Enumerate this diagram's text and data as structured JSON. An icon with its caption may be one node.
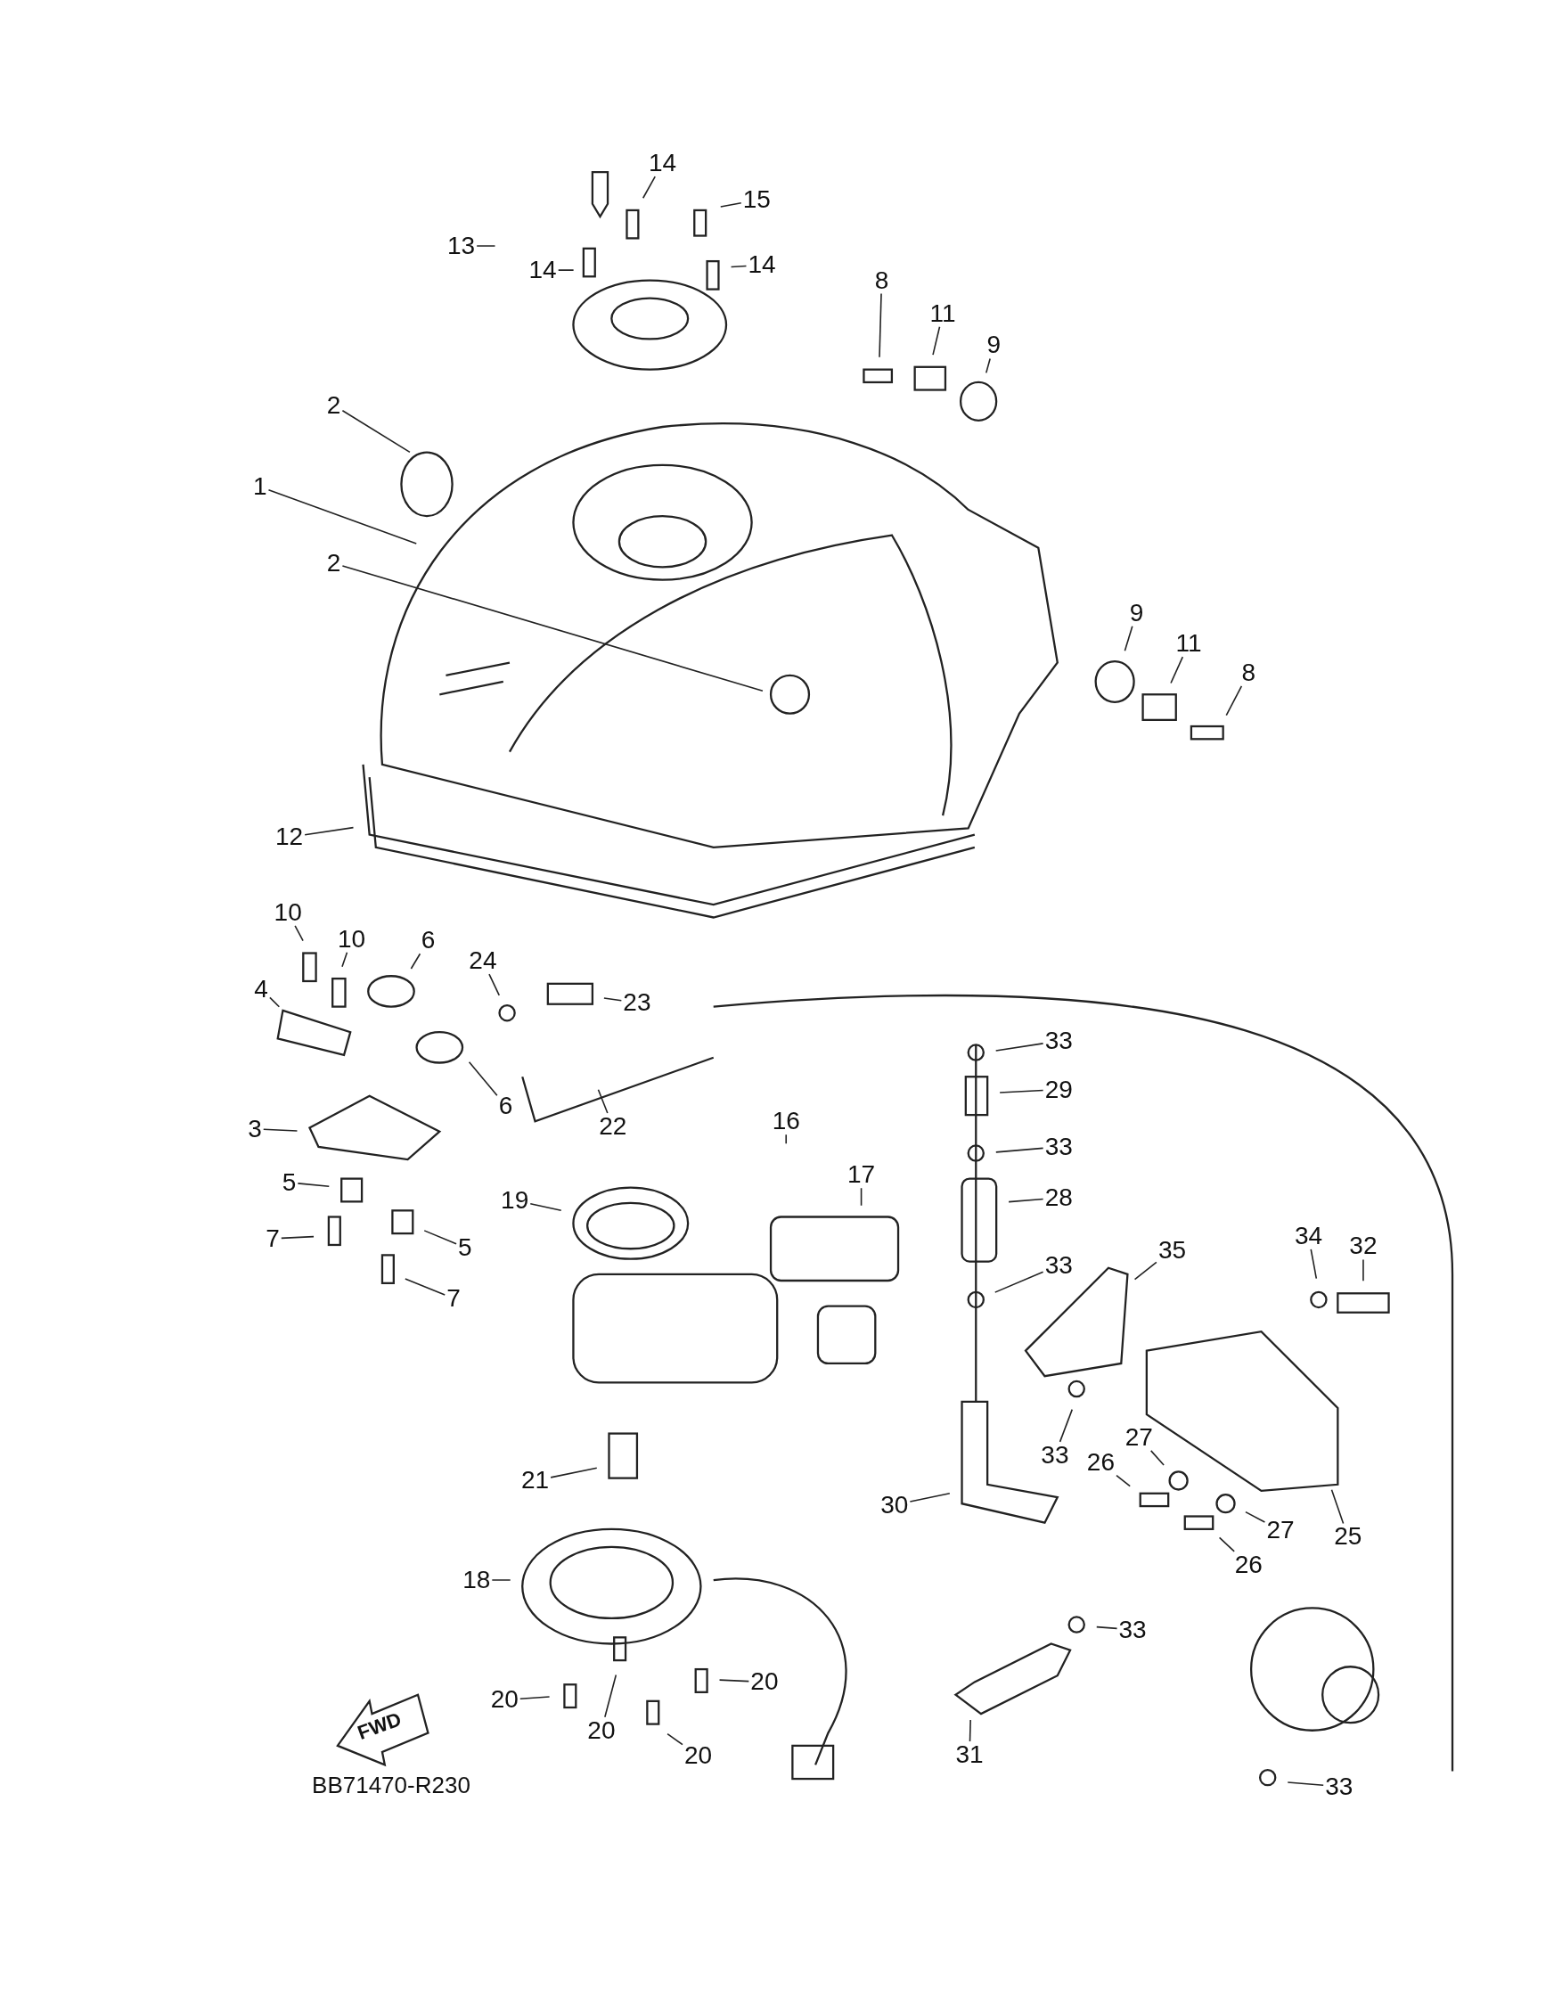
{
  "diagram": {
    "nodes": [
      {
        "text": [
          "14"
        ]
      },
      {
        "text": [
          "15"
        ]
      },
      {
        "text": [
          "13"
        ]
      },
      {
        "text": [
          "14"
        ]
      },
      {
        "text": [
          "14"
        ]
      },
      {
        "text": [
          "8"
        ]
      },
      {
        "text": [
          "11"
        ]
      },
      {
        "text": [
          "9"
        ]
      },
      {
        "text": [
          "2"
        ]
      },
      {
        "text": [
          "1"
        ]
      },
      {
        "text": [
          "2"
        ]
      },
      {
        "text": [
          "9"
        ]
      },
      {
        "text": [
          "11"
        ]
      },
      {
        "text": [
          "8"
        ]
      },
      {
        "text": [
          "12"
        ]
      },
      {
        "text": [
          "10"
        ]
      },
      {
        "text": [
          "10"
        ]
      },
      {
        "text": [
          "6"
        ]
      },
      {
        "text": [
          "24"
        ]
      },
      {
        "text": [
          "4"
        ]
      },
      {
        "text": [
          "23"
        ]
      },
      {
        "text": [
          "33"
        ]
      },
      {
        "text": [
          "6"
        ]
      },
      {
        "text": [
          "29"
        ]
      },
      {
        "text": [
          "22"
        ]
      },
      {
        "text": [
          "3"
        ]
      },
      {
        "text": [
          "16"
        ]
      },
      {
        "text": [
          "33"
        ]
      },
      {
        "text": [
          "17"
        ]
      },
      {
        "text": [
          "19"
        ]
      },
      {
        "text": [
          "28"
        ]
      },
      {
        "text": [
          "5"
        ]
      },
      {
        "text": [
          "7"
        ]
      },
      {
        "text": [
          "5"
        ]
      },
      {
        "text": [
          "33"
        ]
      },
      {
        "text": [
          "35"
        ]
      },
      {
        "text": [
          "34"
        ]
      },
      {
        "text": [
          "32"
        ]
      },
      {
        "text": [
          "7"
        ]
      },
      {
        "text": [
          "33"
        ]
      },
      {
        "text": [
          "27"
        ]
      },
      {
        "text": [
          "26"
        ]
      },
      {
        "text": [
          "21"
        ]
      },
      {
        "text": [
          "30"
        ]
      },
      {
        "text": [
          "27"
        ]
      },
      {
        "text": [
          "25"
        ]
      },
      {
        "text": [
          "26"
        ]
      },
      {
        "text": [
          "18"
        ]
      },
      {
        "text": [
          "33"
        ]
      },
      {
        "text": [
          "20"
        ]
      },
      {
        "text": [
          "20"
        ]
      },
      {
        "text": [
          "20"
        ]
      },
      {
        "text": [
          "31"
        ]
      },
      {
        "text": [
          "20"
        ]
      },
      {
        "text": [
          "33"
        ]
      }
    ],
    "edges": [
      {
        "from": 0,
        "to": null,
        "arrow": "none"
      },
      {
        "from": 1,
        "to": null,
        "arrow": "none"
      },
      {
        "from": 2,
        "to": null,
        "arrow": "none"
      },
      {
        "from": 3,
        "to": null,
        "arrow": "none"
      },
      {
        "from": 4,
        "to": null,
        "arrow": "none"
      },
      {
        "from": 5,
        "to": null,
        "arrow": "none"
      },
      {
        "from": 6,
        "to": null,
        "arrow": "none"
      },
      {
        "from": 7,
        "to": null,
        "arrow": "none"
      },
      {
        "from": 8,
        "to": null,
        "arrow": "none"
      },
      {
        "from": 9,
        "to": null,
        "arrow": "none"
      },
      {
        "from": 10,
        "to": null,
        "arrow": "none"
      },
      {
        "from": 11,
        "to": null,
        "arrow": "none"
      },
      {
        "from": 12,
        "to": null,
        "arrow": "none"
      },
      {
        "from": 13,
        "to": null,
        "arrow": "none"
      },
      {
        "from": 14,
        "to": null,
        "arrow": "none"
      },
      {
        "from": 15,
        "to": null,
        "arrow": "none"
      },
      {
        "from": 16,
        "to": null,
        "arrow": "none"
      },
      {
        "from": 17,
        "to": null,
        "arrow": "none"
      },
      {
        "from": 18,
        "to": null,
        "arrow": "none"
      },
      {
        "from": 19,
        "to": null,
        "arrow": "none"
      },
      {
        "from": 20,
        "to": null,
        "arrow": "none"
      },
      {
        "from": 21,
        "to": null,
        "arrow": "none"
      },
      {
        "from": 22,
        "to": null,
        "arrow": "none"
      },
      {
        "from": 23,
        "to": null,
        "arrow": "none"
      },
      {
        "from": 24,
        "to": null,
        "arrow": "none"
      },
      {
        "from": 25,
        "to": null,
        "arrow": "none"
      },
      {
        "from": 26,
        "to": null,
        "arrow": "none"
      },
      {
        "from": 27,
        "to": null,
        "arrow": "none"
      },
      {
        "from": 28,
        "to": null,
        "arrow": "none"
      },
      {
        "from": 29,
        "to": null,
        "arrow": "none"
      },
      {
        "from": 30,
        "to": null,
        "arrow": "none"
      },
      {
        "from": 31,
        "to": null,
        "arrow": "none"
      },
      {
        "from": 32,
        "to": null,
        "arrow": "none"
      },
      {
        "from": 33,
        "to": null,
        "arrow": "none"
      },
      {
        "from": 34,
        "to": null,
        "arrow": "none"
      },
      {
        "from": 35,
        "to": null,
        "arrow": "none"
      },
      {
        "from": 36,
        "to": null,
        "arrow": "none"
      },
      {
        "from": 37,
        "to": null,
        "arrow": "none"
      },
      {
        "from": 38,
        "to": null,
        "arrow": "none"
      },
      {
        "from": 39,
        "to": null,
        "arrow": "none"
      },
      {
        "from": 40,
        "to": null,
        "arrow": "none"
      },
      {
        "from": 41,
        "to": null,
        "arrow": "none"
      },
      {
        "from": 42,
        "to": null,
        "arrow": "none"
      },
      {
        "from": 43,
        "to": null,
        "arrow": "none"
      },
      {
        "from": 44,
        "to": null,
        "arrow": "none"
      },
      {
        "from": 45,
        "to": null,
        "arrow": "none"
      },
      {
        "from": 46,
        "to": null,
        "arrow": "none"
      },
      {
        "from": 47,
        "to": null,
        "arrow": "none"
      },
      {
        "from": 48,
        "to": null,
        "arrow": "none"
      },
      {
        "from": 49,
        "to": null,
        "arrow": "none"
      },
      {
        "from": 50,
        "to": null,
        "arrow": "none"
      },
      {
        "from": 51,
        "to": null,
        "arrow": "none"
      },
      {
        "from": 52,
        "to": null,
        "arrow": "none"
      },
      {
        "from": 53,
        "to": null,
        "arrow": "none"
      },
      {
        "from": 54,
        "to": null,
        "arrow": "none"
      }
    ],
    "labels": [
      "FWD",
      "BB71470-R230"
    ]
  }
}
